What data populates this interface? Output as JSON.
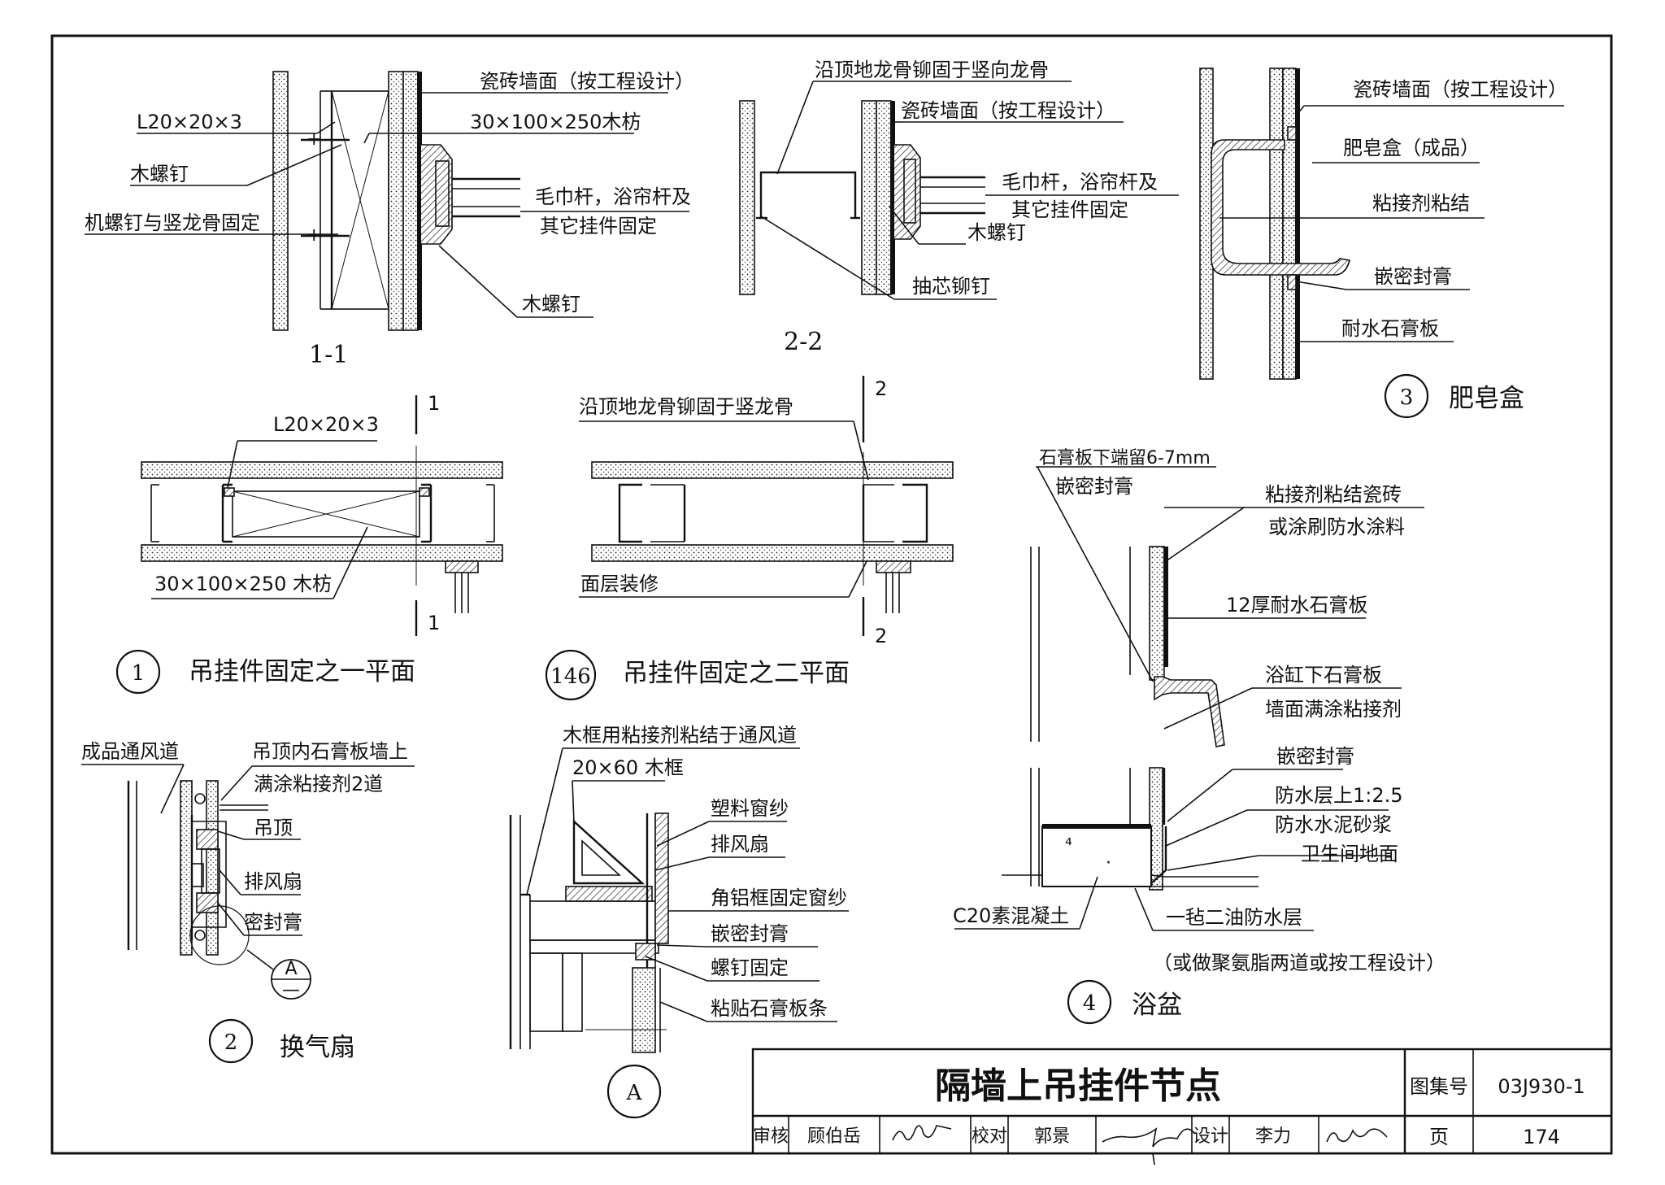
{
  "sheet": {
    "title": "隔墙上吊挂件节点",
    "atlas_label": "图集号",
    "atlas_no": "03J930-1",
    "page_label": "页",
    "page_no": "174",
    "review_label": "审核",
    "reviewer": "顾伯岳",
    "check_label": "校对",
    "checker": "郭景",
    "design_label": "设计",
    "designer": "李力"
  },
  "section_1_1": {
    "title": "1-1",
    "labels": {
      "tile_wall": "瓷砖墙面（按工程设计）",
      "angle": "L20×20×3",
      "timber": "30×100×250木枋",
      "wood_screw": "木螺钉",
      "machine_screw": "机螺钉与竖龙骨固定",
      "towel_bar": "毛巾杆，浴帘杆及",
      "other_fix": "其它挂件固定",
      "wood_screw_2": "木螺钉"
    }
  },
  "section_2_2": {
    "title": "2-2",
    "labels": {
      "rivet_top": "沿顶地龙骨铆固于竖向龙骨",
      "tile_wall": "瓷砖墙面（按工程设计）",
      "towel_bar": "毛巾杆，浴帘杆及",
      "other_fix": "其它挂件固定",
      "wood_screw": "木螺钉",
      "blind_rivet": "抽芯铆钉"
    }
  },
  "detail_3": {
    "number": "3",
    "name": "肥皂盒",
    "labels": {
      "tile_wall": "瓷砖墙面（按工程设计）",
      "soap_box": "肥皂盒（成品）",
      "adhesive": "粘接剂粘结",
      "sealant": "嵌密封膏",
      "board": "耐水石膏板"
    }
  },
  "detail_1": {
    "number": "1",
    "name": "吊挂件固定之一平面",
    "labels": {
      "angle": "L20×20×3",
      "timber": "30×100×250 木枋"
    },
    "cut_marks": [
      "1",
      "1"
    ]
  },
  "detail_146": {
    "number": "146",
    "name": "吊挂件固定之二平面",
    "labels": {
      "rivet": "沿顶地龙骨铆固于竖龙骨",
      "finish": "面层装修"
    },
    "cut_marks": [
      "2",
      "2"
    ]
  },
  "detail_4": {
    "number": "4",
    "name": "浴盆",
    "labels": {
      "gap": "石膏板下端留6-7mm",
      "sealant_1": "嵌密封膏",
      "adhesive_tile": "粘接剂粘结瓷砖",
      "or_coat": "或涂刷防水涂料",
      "board12": "12厚耐水石膏板",
      "under_tub": "浴缸下石膏板",
      "wall_coat": "墙面满涂粘接剂",
      "sealant_2": "嵌密封膏",
      "wp_layer": "防水层上1:2.5",
      "wp_mortar": "防水水泥砂浆",
      "floor": "卫生间地面",
      "concrete": "C20素混凝土",
      "felt": "一毡二油防水层",
      "alt": "（或做聚氨脂两道或按工程设计）"
    }
  },
  "detail_2": {
    "number": "2",
    "name": "换气扇",
    "ref_top": "A",
    "ref_bottom": "—",
    "labels": {
      "duct": "成品通风道",
      "ceiling_adh_1": "吊顶内石膏板墙上",
      "ceiling_adh_2": "满涂粘接剂2道",
      "ceiling": "吊顶",
      "fan": "排风扇",
      "sealant": "密封膏"
    }
  },
  "detail_A": {
    "number": "A",
    "labels": {
      "frame_glue": "木框用粘接剂粘结于通风道",
      "frame": "20×60 木框",
      "screen": "塑料窗纱",
      "fan": "排风扇",
      "alu_frame": "角铝框固定窗纱",
      "sealant": "嵌密封膏",
      "screw": "螺钉固定",
      "strip": "粘贴石膏板条"
    }
  }
}
